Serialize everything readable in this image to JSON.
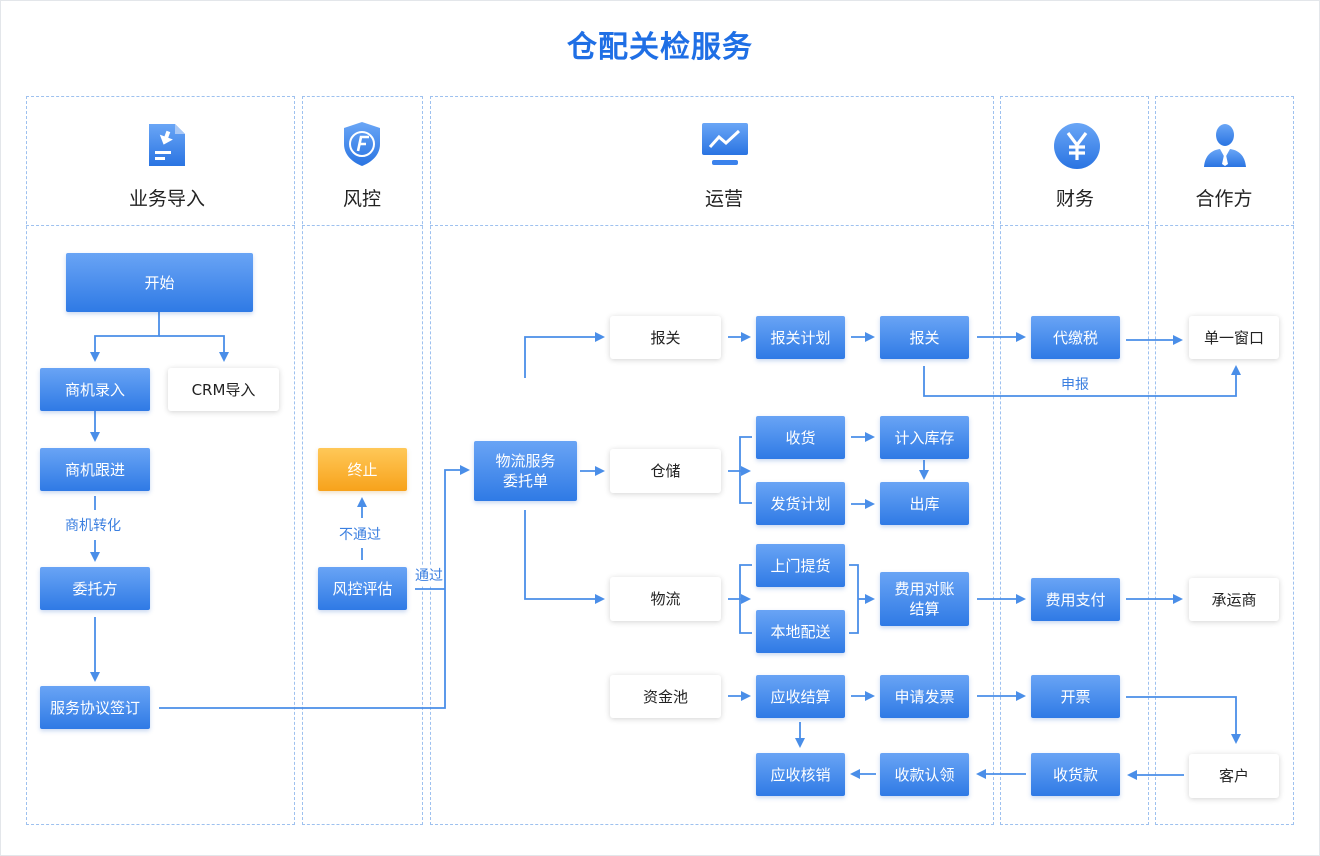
{
  "title": "仓配关检服务",
  "lanes": {
    "business": "业务导入",
    "risk": "风控",
    "ops": "运营",
    "finance": "财务",
    "partner": "合作方"
  },
  "icons": {
    "business": "document-import-icon",
    "risk": "shield-f-icon",
    "ops": "monitor-chart-icon",
    "finance": "yuan-coin-icon",
    "partner": "person-icon"
  },
  "colors": {
    "accent": "#1f6fe5",
    "node": "#3b82ec",
    "stop": "#f7a21b",
    "line": "#4a8ee8"
  },
  "nodes": {
    "start": "开始",
    "opp_entry": "商机录入",
    "crm_import": "CRM导入",
    "opp_follow": "商机跟进",
    "consignor": "委托方",
    "contract": "服务协议签订",
    "stop": "终止",
    "risk_eval": "风控评估",
    "order": "物流服务\n委托单",
    "customs": "报关",
    "customs_plan": "报关计划",
    "customs_do": "报关",
    "warehouse": "仓储",
    "receive": "收货",
    "stock_in": "计入库存",
    "ship_plan": "发货计划",
    "stock_out": "出库",
    "logistics": "物流",
    "pickup": "上门提货",
    "local_delivery": "本地配送",
    "reconcile": "费用对账\n结算",
    "fund_pool": "资金池",
    "ar_settle": "应收结算",
    "apply_invoice": "申请发票",
    "ar_writeoff": "应收核销",
    "payment_confirm": "收款认领",
    "duty_tax": "代缴税",
    "fee_pay": "费用支付",
    "invoice": "开票",
    "collect": "收货款",
    "single_window": "单一窗口",
    "carrier": "承运商",
    "customer": "客户"
  },
  "edge_labels": {
    "opp_convert": "商机转化",
    "not_pass": "不通过",
    "pass": "通过",
    "declare": "申报"
  }
}
